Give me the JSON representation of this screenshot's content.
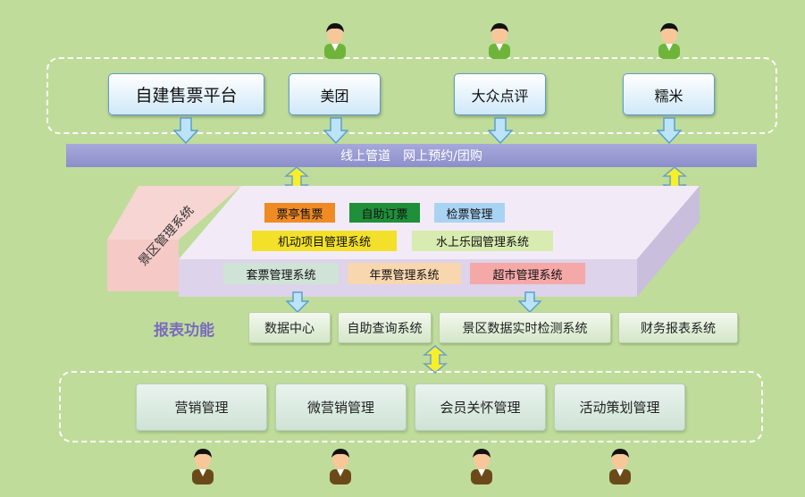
{
  "top_channels": [
    "自建售票平台",
    "美团",
    "大众点评",
    "糯米"
  ],
  "online_bar": "线上管道　网上预约/团购",
  "platform_label": "景区管理系统",
  "modules_row1": [
    {
      "label": "票亭售票",
      "color": "#f08a24"
    },
    {
      "label": "自助订票",
      "color": "#1f8f3a"
    },
    {
      "label": "检票管理",
      "color": "#a9d3f3"
    }
  ],
  "modules_row2": [
    {
      "label": "机动项目管理系统",
      "color": "#f3e02a"
    },
    {
      "label": "水上乐园管理系统",
      "color": "#d8ebb0"
    }
  ],
  "modules_row3": [
    {
      "label": "套票管理系统",
      "color": "#cfe3d6"
    },
    {
      "label": "年票管理系统",
      "color": "#f8d7ae"
    },
    {
      "label": "超市管理系统",
      "color": "#f5a8a8"
    }
  ],
  "report_label": "报表功能",
  "report_items": [
    "数据中心",
    "自助查询系统",
    "景区数据实时检测系统",
    "财务报表系统"
  ],
  "bottom_items": [
    "营销管理",
    "微营销管理",
    "会员关怀管理",
    "活动策划管理"
  ]
}
